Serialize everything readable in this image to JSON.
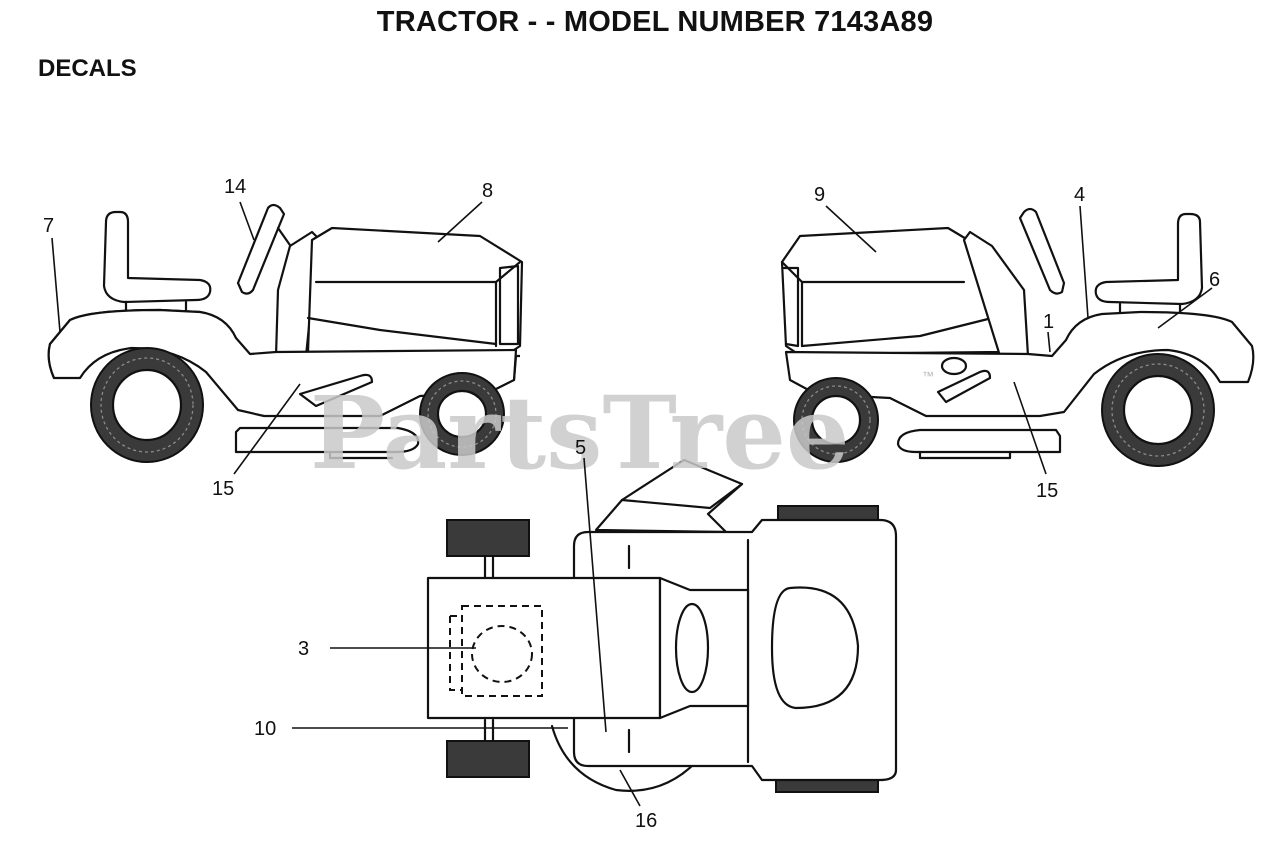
{
  "header": {
    "title": "TRACTOR - - MODEL NUMBER 7143A89",
    "subtitle": "DECALS"
  },
  "watermark": {
    "text": "PartsTree",
    "mark": "™"
  },
  "callouts": [
    {
      "id": "c1",
      "label": "1"
    },
    {
      "id": "c3",
      "label": "3"
    },
    {
      "id": "c4",
      "label": "4"
    },
    {
      "id": "c5",
      "label": "5"
    },
    {
      "id": "c6",
      "label": "6"
    },
    {
      "id": "c7",
      "label": "7"
    },
    {
      "id": "c8",
      "label": "8"
    },
    {
      "id": "c9",
      "label": "9"
    },
    {
      "id": "c10",
      "label": "10"
    },
    {
      "id": "c14",
      "label": "14"
    },
    {
      "id": "c15a",
      "label": "15"
    },
    {
      "id": "c15b",
      "label": "15"
    },
    {
      "id": "c16",
      "label": "16"
    }
  ],
  "views": [
    "left-side-view",
    "right-side-view",
    "top-view"
  ]
}
